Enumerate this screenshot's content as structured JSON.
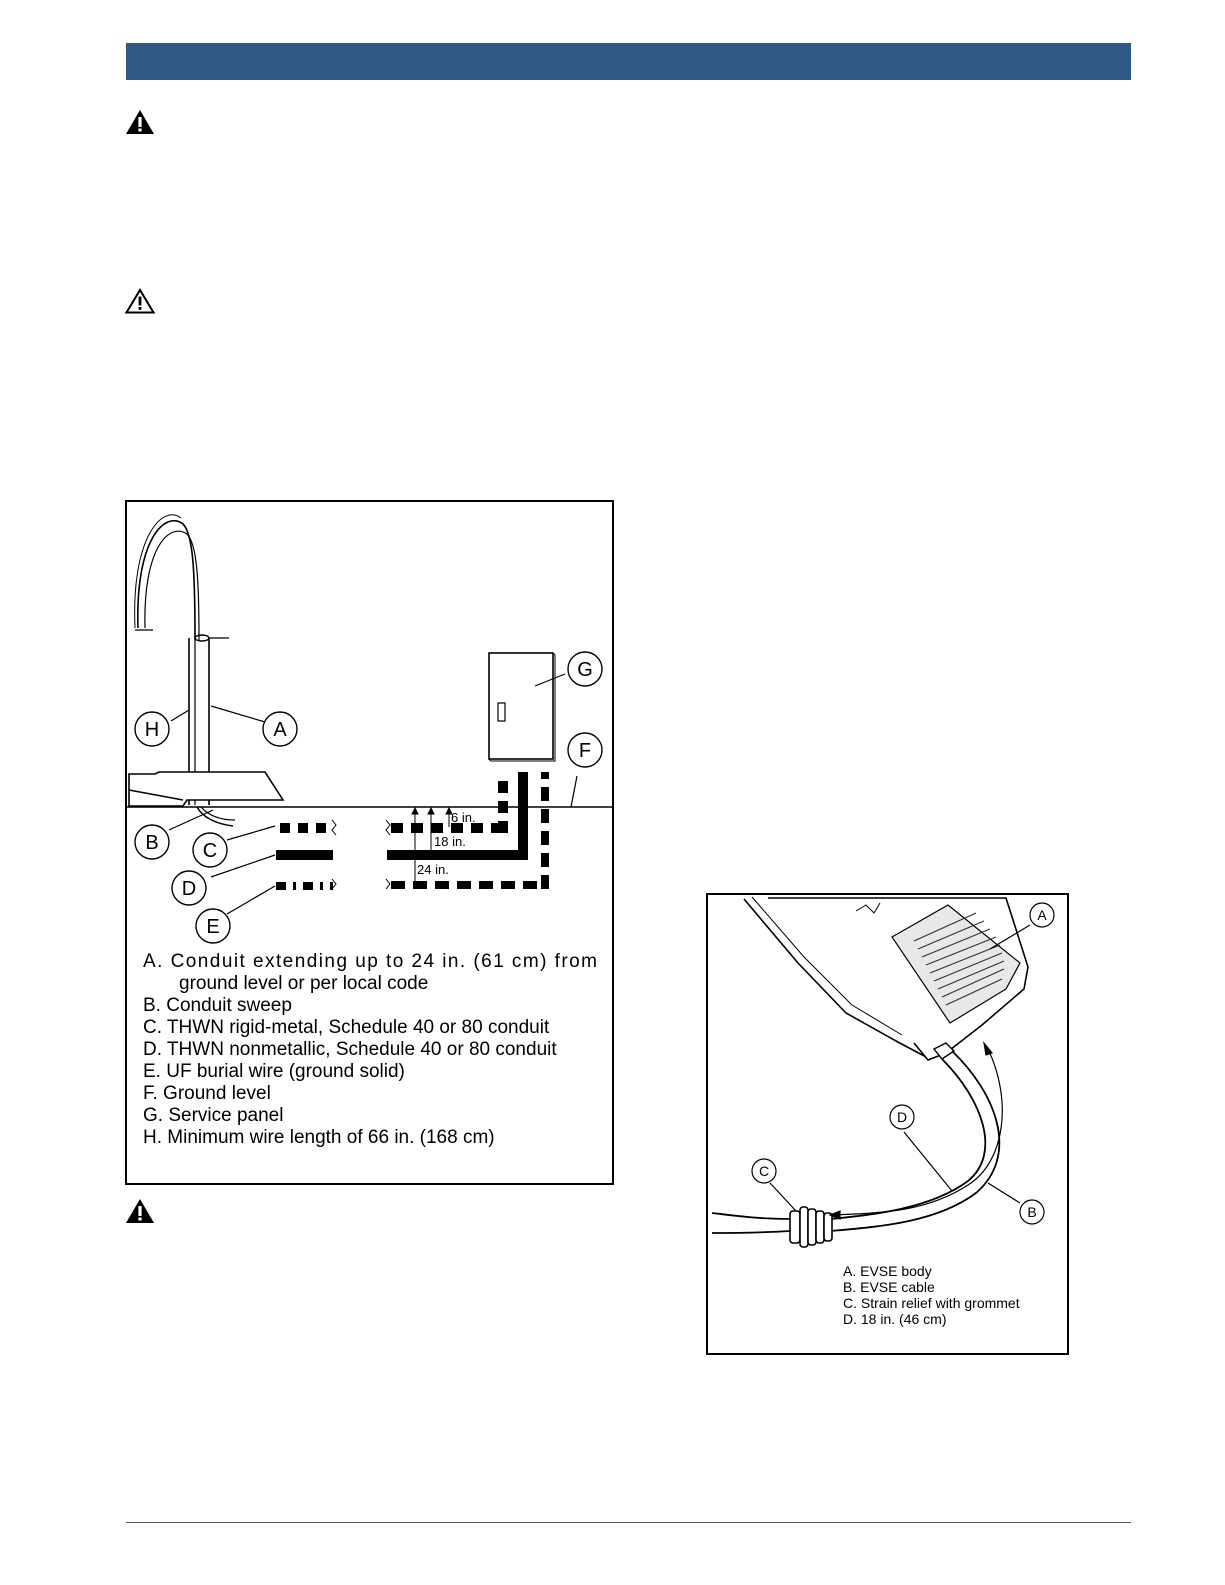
{
  "figure1": {
    "callouts": {
      "a": "A",
      "b": "B",
      "c": "C",
      "d": "D",
      "e": "E",
      "f": "F",
      "g": "G",
      "h": "H"
    },
    "dims": {
      "d6": "6 in.",
      "d18": "18 in.",
      "d24": "24 in."
    },
    "legend": {
      "a1": "A.  Conduit  extending  up  to  24  in.  (61  cm)  from",
      "a2": "ground level or per local code",
      "b": "B. Conduit sweep",
      "c": "C. THWN rigid-metal, Schedule 40 or 80 conduit",
      "d": "D. THWN nonmetallic, Schedule 40 or 80 conduit",
      "e": "E. UF burial wire (ground solid)",
      "f": "F. Ground level",
      "g": "G. Service panel",
      "h": "H. Minimum wire length of 66 in. (168 cm)"
    }
  },
  "figure2": {
    "callouts": {
      "a": "A",
      "b": "B",
      "c": "C",
      "d": "D"
    },
    "legend": {
      "a": "A. EVSE body",
      "b": "B. EVSE cable",
      "c": "C. Strain relief with grommet",
      "d": "D. 18 in. (46 cm)"
    }
  },
  "icons": {
    "warning_filled": "warning-icon",
    "caution_outline": "caution-icon"
  }
}
